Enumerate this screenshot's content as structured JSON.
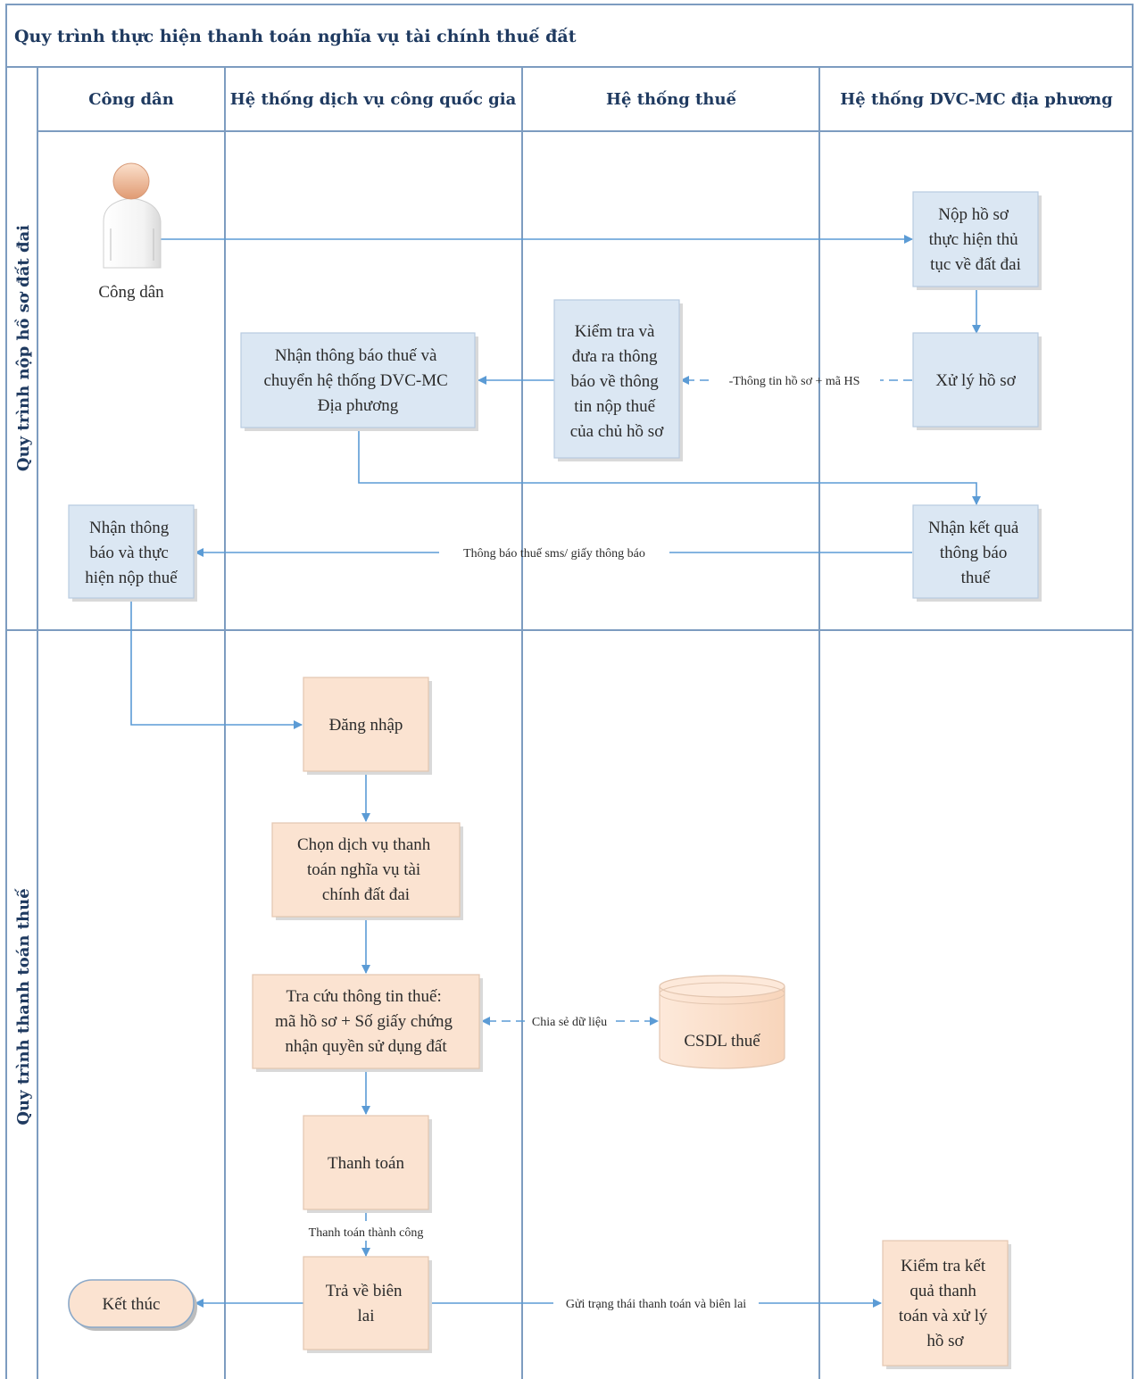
{
  "title": "Quy trình thực hiện thanh toán nghĩa vụ tài chính thuế đất",
  "lanes": [
    "Công dân",
    "Hệ thống dịch vụ công quốc gia",
    "Hệ thống thuế",
    "Hệ thống DVC-MC địa phương"
  ],
  "phases": [
    "Quy trình nộp hồ sơ đất đai",
    "Quy trình thanh toán thuế"
  ],
  "actor_label": "Công dân",
  "nodes": {
    "nop_ho_so": [
      "Nộp hồ sơ",
      "thực hiện thủ",
      "tục về đất đai"
    ],
    "xu_ly_ho_so": [
      "Xử lý hồ sơ"
    ],
    "kiem_tra_dua_ra": [
      "Kiểm tra và",
      "đưa ra thông",
      "báo về thông",
      "tin nộp thuế",
      "của chủ hồ sơ"
    ],
    "nhan_thong_bao_chuyen": [
      "Nhận thông báo thuế và",
      "chuyển hệ thống DVC-MC",
      "Địa phương"
    ],
    "nhan_ket_qua": [
      "Nhận kết quả",
      "thông báo",
      "thuế"
    ],
    "nhan_thong_bao_nop": [
      "Nhận thông",
      "báo và thực",
      "hiện nộp thuế"
    ],
    "dang_nhap": [
      "Đăng nhập"
    ],
    "chon_dich_vu": [
      "Chọn dịch vụ thanh",
      "toán nghĩa vụ tài",
      "chính đất đai"
    ],
    "tra_cuu": [
      "Tra cứu thông tin thuế:",
      "mã hồ sơ + Số giấy chứng",
      "nhận quyền sử dụng đất"
    ],
    "csdl_thue": [
      "CSDL thuế"
    ],
    "thanh_toan": [
      "Thanh toán"
    ],
    "tra_ve_bien_lai": [
      "Trả về biên",
      "lai"
    ],
    "ket_thuc": [
      "Kết thúc"
    ],
    "kiem_tra_ket_qua": [
      "Kiểm tra kết",
      "quả thanh",
      "toán và xử lý",
      "hồ sơ"
    ]
  },
  "edge_labels": {
    "thong_tin_ho_so": "-Thông tin hồ sơ + mã HS",
    "thong_bao_sms": "Thông báo thuế sms/ giấy thông báo",
    "chia_se": "Chia sẻ dữ liệu",
    "thanh_toan_thanh_cong": "Thanh toán thành công",
    "gui_trang_thai": "Gửi trạng thái thanh toán và biên lai"
  },
  "colors": {
    "frame": "#7d9cc0",
    "arrow": "#5b9bd5",
    "box_blue": "#dbe7f3",
    "box_orange": "#fbe3d1",
    "heading_text": "#1f3a60"
  }
}
